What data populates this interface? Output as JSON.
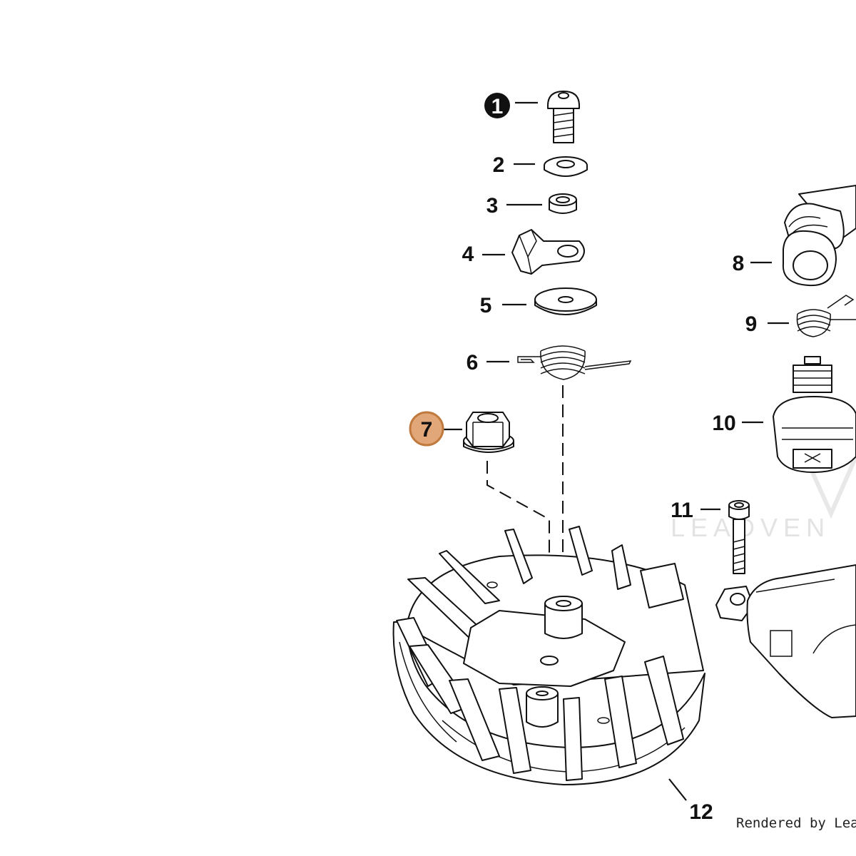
{
  "callouts": {
    "c1": "1",
    "c2": "2",
    "c3": "3",
    "c4": "4",
    "c5": "5",
    "c6": "6",
    "c7": "7",
    "c8": "8",
    "c9": "9",
    "c10": "10",
    "c11": "11",
    "c12": "12"
  },
  "highlighted_callout": "7",
  "colors": {
    "highlight_fill": "#e2a779",
    "highlight_stroke": "#c07a3d",
    "ink": "#111111"
  },
  "watermark": "LEADVEN",
  "footer": "Rendered by LeadVen"
}
